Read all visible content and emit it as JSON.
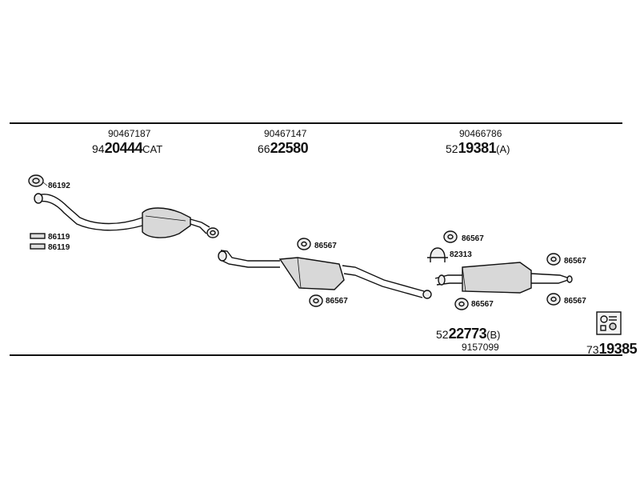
{
  "sections": [
    {
      "part_number": "90467187",
      "code_prefix": "94",
      "code_main": "20444",
      "code_suffix": "CAT"
    },
    {
      "part_number": "90467147",
      "code_prefix": "66",
      "code_main": "22580",
      "code_suffix": ""
    },
    {
      "part_number": "90466786",
      "code_prefix": "52",
      "code_main": "19381",
      "code_suffix": "(A)"
    }
  ],
  "rear_section": {
    "code_prefix": "52",
    "code_main": "22773",
    "code_suffix": "(B)",
    "part_number": "9157099"
  },
  "kit": {
    "code_prefix": "73",
    "code_main": "19385"
  },
  "labels": {
    "gasket_front": "86192",
    "clamp_1": "86119",
    "clamp_2": "86119",
    "hanger_mid_top": "86567",
    "hanger_mid_bottom": "86567",
    "hanger_rear_top": "86567",
    "clamp_rear": "82313",
    "hanger_rear_bottom": "86567",
    "hanger_tail_top": "86567",
    "hanger_tail_bottom": "86567"
  }
}
